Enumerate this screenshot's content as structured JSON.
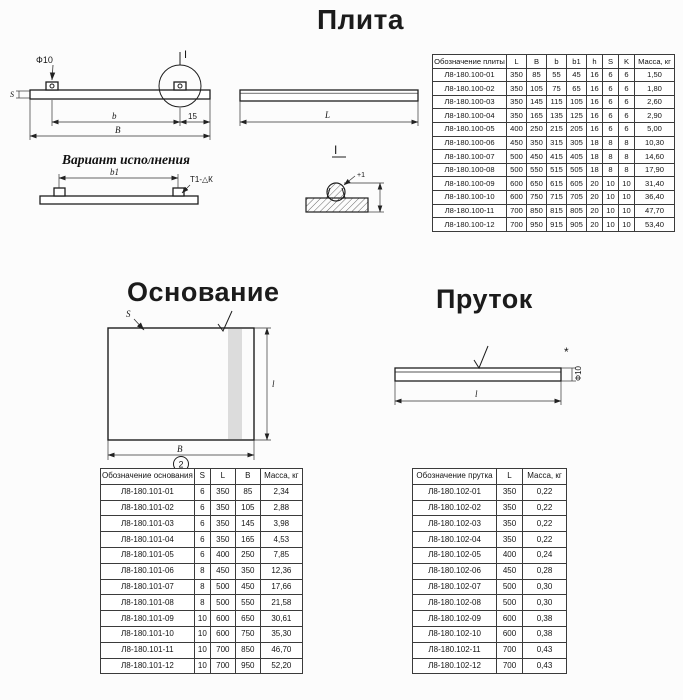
{
  "plita": {
    "title": "Плита",
    "drawing": {
      "hole_dia": "Ф10",
      "detail_ref": "I",
      "detail_title": "I",
      "dim_S": "S",
      "dim_b": "b",
      "dim_15": "15",
      "dim_B": "B",
      "dim_L": "L",
      "variant_caption": "Вариант исполнения",
      "dim_b1": "b1",
      "weld_label": "Т1-△К",
      "tol_label": "+1"
    },
    "table": {
      "headers": [
        "Обозначение плиты",
        "L",
        "B",
        "b",
        "b1",
        "h",
        "S",
        "K",
        "Масса, кг"
      ],
      "rows": [
        [
          "Л8-180.100-01",
          "350",
          "85",
          "55",
          "45",
          "16",
          "6",
          "6",
          "1,50"
        ],
        [
          "Л8-180.100-02",
          "350",
          "105",
          "75",
          "65",
          "16",
          "6",
          "6",
          "1,80"
        ],
        [
          "Л8-180.100-03",
          "350",
          "145",
          "115",
          "105",
          "16",
          "6",
          "6",
          "2,60"
        ],
        [
          "Л8-180.100-04",
          "350",
          "165",
          "135",
          "125",
          "16",
          "6",
          "6",
          "2,90"
        ],
        [
          "Л8-180.100-05",
          "400",
          "250",
          "215",
          "205",
          "16",
          "6",
          "6",
          "5,00"
        ],
        [
          "Л8-180.100-06",
          "450",
          "350",
          "315",
          "305",
          "18",
          "8",
          "8",
          "10,30"
        ],
        [
          "Л8-180.100-07",
          "500",
          "450",
          "415",
          "405",
          "18",
          "8",
          "8",
          "14,60"
        ],
        [
          "Л8-180.100-08",
          "500",
          "550",
          "515",
          "505",
          "18",
          "8",
          "8",
          "17,90"
        ],
        [
          "Л8-180.100-09",
          "600",
          "650",
          "615",
          "605",
          "20",
          "10",
          "10",
          "31,40"
        ],
        [
          "Л8-180.100-10",
          "600",
          "750",
          "715",
          "705",
          "20",
          "10",
          "10",
          "36,40"
        ],
        [
          "Л8-180.100-11",
          "700",
          "850",
          "815",
          "805",
          "20",
          "10",
          "10",
          "47,70"
        ],
        [
          "Л8-180.100-12",
          "700",
          "950",
          "915",
          "905",
          "20",
          "10",
          "10",
          "53,40"
        ]
      ]
    }
  },
  "osnovanie": {
    "title": "Основание",
    "drawing": {
      "dim_S": "S",
      "dim_B": "B",
      "dim_l": "l",
      "callout_num": "2"
    },
    "table": {
      "headers": [
        "Обозначение основания",
        "S",
        "L",
        "B",
        "Масса, кг"
      ],
      "rows": [
        [
          "Л8-180.101-01",
          "6",
          "350",
          "85",
          "2,34"
        ],
        [
          "Л8-180.101-02",
          "6",
          "350",
          "105",
          "2,88"
        ],
        [
          "Л8-180.101-03",
          "6",
          "350",
          "145",
          "3,98"
        ],
        [
          "Л8-180.101-04",
          "6",
          "350",
          "165",
          "4,53"
        ],
        [
          "Л8-180.101-05",
          "6",
          "400",
          "250",
          "7,85"
        ],
        [
          "Л8-180.101-06",
          "8",
          "450",
          "350",
          "12,36"
        ],
        [
          "Л8-180.101-07",
          "8",
          "500",
          "450",
          "17,66"
        ],
        [
          "Л8-180.101-08",
          "8",
          "500",
          "550",
          "21,58"
        ],
        [
          "Л8-180.101-09",
          "10",
          "600",
          "650",
          "30,61"
        ],
        [
          "Л8-180.101-10",
          "10",
          "600",
          "750",
          "35,30"
        ],
        [
          "Л8-180.101-11",
          "10",
          "700",
          "850",
          "46,70"
        ],
        [
          "Л8-180.101-12",
          "10",
          "700",
          "950",
          "52,20"
        ]
      ]
    }
  },
  "prutok": {
    "title": "Пруток",
    "drawing": {
      "dim_l": "l",
      "dia_label": "Ф10",
      "note_star": "*"
    },
    "table": {
      "headers": [
        "Обозначение прутка",
        "L",
        "Масса, кг"
      ],
      "rows": [
        [
          "Л8-180.102-01",
          "350",
          "0,22"
        ],
        [
          "Л8-180.102-02",
          "350",
          "0,22"
        ],
        [
          "Л8-180.102-03",
          "350",
          "0,22"
        ],
        [
          "Л8-180.102-04",
          "350",
          "0,22"
        ],
        [
          "Л8-180.102-05",
          "400",
          "0,24"
        ],
        [
          "Л8-180.102-06",
          "450",
          "0,28"
        ],
        [
          "Л8-180.102-07",
          "500",
          "0,30"
        ],
        [
          "Л8-180.102-08",
          "500",
          "0,30"
        ],
        [
          "Л8-180.102-09",
          "600",
          "0,38"
        ],
        [
          "Л8-180.102-10",
          "600",
          "0,38"
        ],
        [
          "Л8-180.102-11",
          "700",
          "0,43"
        ],
        [
          "Л8-180.102-12",
          "700",
          "0,43"
        ]
      ]
    }
  }
}
